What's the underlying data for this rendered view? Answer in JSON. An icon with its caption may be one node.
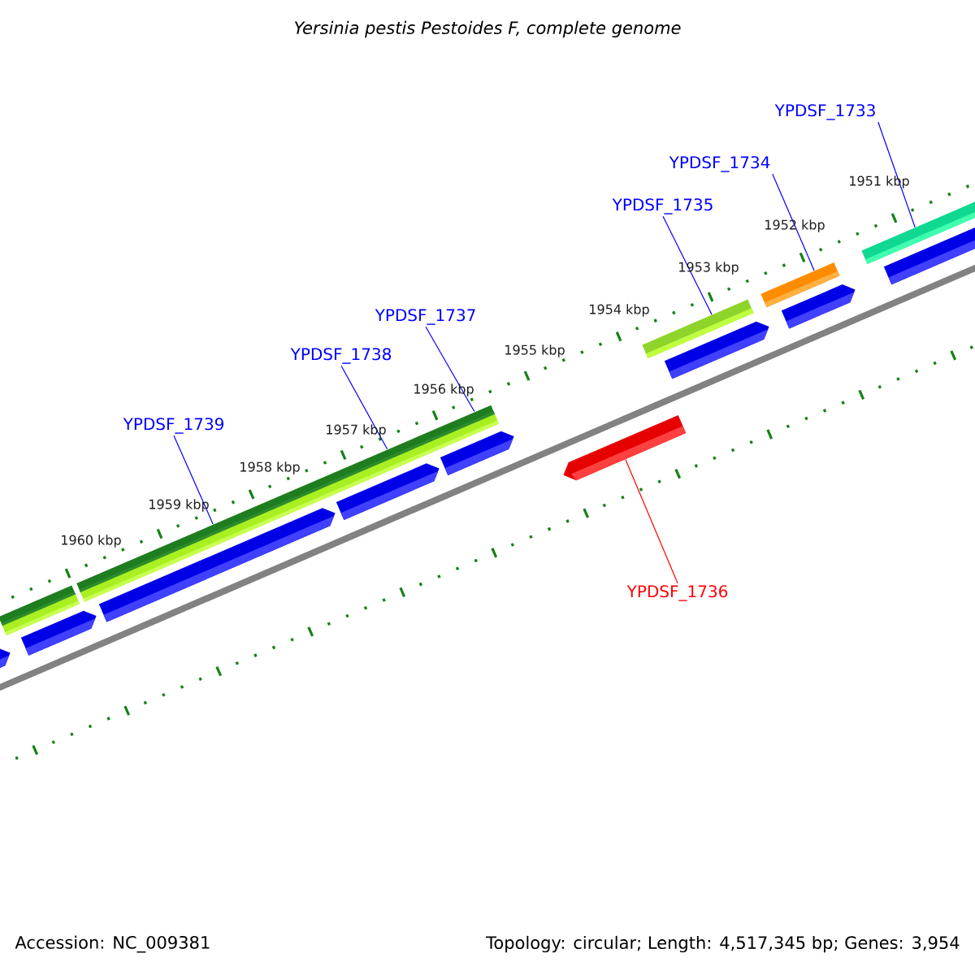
{
  "diagram": {
    "title": "Yersinia pestis Pestoides F, complete genome",
    "nodes": [
      {
        "text": [
          "YPDSF_1733"
        ]
      },
      {
        "text": [
          "YPDSF_1734"
        ]
      },
      {
        "text": [
          "YPDSF_1735"
        ]
      },
      {
        "text": [
          "YPDSF_1737"
        ]
      },
      {
        "text": [
          "YPDSF_1738"
        ]
      },
      {
        "text": [
          "YPDSF_1739"
        ]
      },
      {
        "text": [
          "YPDSF_1736"
        ]
      },
      {
        "text": [],
        "shape": "bar"
      },
      {
        "text": [],
        "shape": "bar"
      },
      {
        "text": [],
        "shape": "bar"
      },
      {
        "text": [],
        "shape": "bar"
      },
      {
        "text": [],
        "shape": "bar"
      }
    ],
    "edges": [
      {
        "from": 0,
        "to": 7,
        "arrow": "none"
      },
      {
        "from": 1,
        "to": 8,
        "arrow": "none"
      },
      {
        "from": 2,
        "to": 9,
        "arrow": "none"
      },
      {
        "from": 3,
        "to": 10,
        "arrow": "none"
      },
      {
        "from": 4,
        "to": 10,
        "arrow": "none"
      },
      {
        "from": 5,
        "to": 10,
        "arrow": "none"
      },
      {
        "from": 6,
        "to": 11,
        "arrow": "none",
        "color": "#ff0000"
      }
    ],
    "labels": [
      "1951 kbp",
      "1952 kbp",
      "1953 kbp",
      "1954 kbp",
      "1955 kbp",
      "1956 kbp",
      "1957 kbp",
      "1958 kbp",
      "1959 kbp",
      "1960 kbp",
      "Accession: NC_009381",
      "Topology: circular; Length: 4,517,345 bp; Genes: 3,954"
    ]
  }
}
